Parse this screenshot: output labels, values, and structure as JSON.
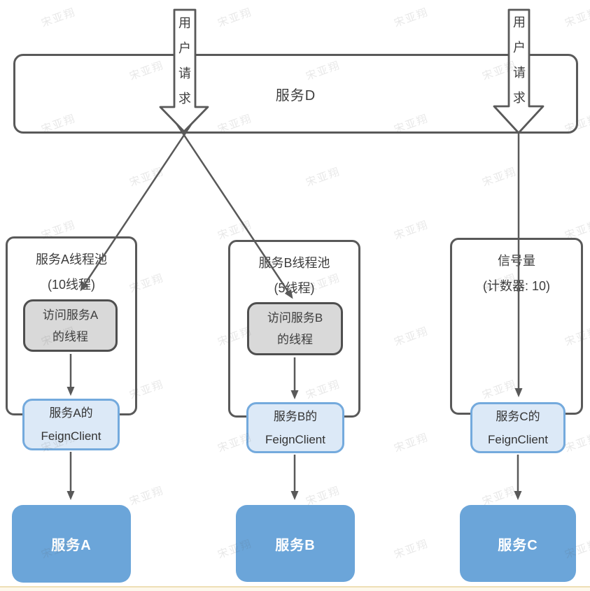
{
  "watermark": {
    "text": "宋亚翔"
  },
  "colors": {
    "line": "#595959",
    "thread_fill": "#d9d9d9",
    "feign_fill": "#dce9f7",
    "feign_border": "#74aadd",
    "service_fill": "#6ba5d9",
    "footer_line": "#eedfb5",
    "footer_bg": "#fdf8ec"
  },
  "service_d": {
    "label": "服务D"
  },
  "arrows": {
    "left": {
      "chars": [
        "用",
        "户",
        "请",
        "求"
      ]
    },
    "right": {
      "chars": [
        "用",
        "户",
        "请",
        "求"
      ]
    }
  },
  "pools": [
    {
      "title": "服务A线程池",
      "subtitle": "(10线程)",
      "thread_line1": "访问服务A",
      "thread_line2": "的线程",
      "feign_line1": "服务A的",
      "feign_line2": "FeignClient",
      "service": "服务A"
    },
    {
      "title": "服务B线程池",
      "subtitle": "(5线程)",
      "thread_line1": "访问服务B",
      "thread_line2": "的线程",
      "feign_line1": "服务B的",
      "feign_line2": "FeignClient",
      "service": "服务B"
    },
    {
      "title": "信号量",
      "subtitle": "(计数器: 10)",
      "feign_line1": "服务C的",
      "feign_line2": "FeignClient",
      "service": "服务C"
    }
  ]
}
